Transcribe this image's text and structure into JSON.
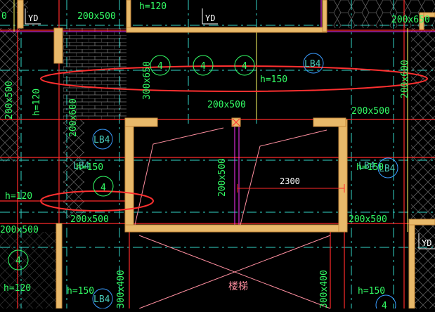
{
  "drawing": {
    "beam_labels": [
      {
        "id": "beam-top-1",
        "text": "200x500"
      },
      {
        "id": "beam-mid-top",
        "text": "200x500"
      },
      {
        "id": "beam-right-top",
        "text": "200x500"
      },
      {
        "id": "beam-left-bottom",
        "text": "200x500"
      },
      {
        "id": "beam-mid-bottom",
        "text": "200x500"
      },
      {
        "id": "beam-right-bottom",
        "text": "200x500"
      },
      {
        "id": "beam-topright",
        "text": "200x650"
      }
    ],
    "vertical_beam_labels": [
      {
        "id": "vbeam-left",
        "text": "200x500"
      },
      {
        "id": "vbeam-left2",
        "text": "200x600"
      },
      {
        "id": "vbeam-center",
        "text": "300x650"
      },
      {
        "id": "vbeam-stair",
        "text": "200x500"
      },
      {
        "id": "vbeam-right",
        "text": "200x600"
      },
      {
        "id": "vbeam-bottom",
        "text": "300x400"
      },
      {
        "id": "vbeam-bottom-left",
        "text": "300x400"
      }
    ],
    "slab_labels": [
      {
        "id": "h-top",
        "text": "h=120"
      },
      {
        "id": "h-150-mid",
        "text": "h=150"
      },
      {
        "id": "h-150-left",
        "text": "h=150"
      },
      {
        "id": "h-150-right",
        "text": "h=150"
      },
      {
        "id": "h-120-left",
        "text": "h=120"
      },
      {
        "id": "h-120-left-vert",
        "text": "h=120"
      },
      {
        "id": "h-120-bottom",
        "text": "h=120"
      },
      {
        "id": "h-150-bottom-left",
        "text": "h=150"
      },
      {
        "id": "h-150-bottom-right",
        "text": "h=150"
      }
    ],
    "circle_tags": [
      "4",
      "4",
      "4",
      "4",
      "4",
      "4",
      "LB4",
      "LB4",
      "LB4",
      "LB4",
      "LB4",
      "LB4"
    ],
    "yd_tags": [
      "YD",
      "YD",
      "YD"
    ],
    "dimension_value": "2300",
    "stair_label": "楼梯",
    "left_edge_label": "0",
    "colors": {
      "background": "#000000",
      "wall": "#e8b96a",
      "wall_edge": "#c98a3c",
      "beam_line": "#ff2a2a",
      "slab_text": "#33ff66",
      "axis_dash": "#33d6c8",
      "column_outline": "#ffffff",
      "stair_line": "#ff8fa0",
      "highlight_ellipse": "#ff3030",
      "magenta_line": "#ff33ff",
      "yellow_line": "#ffff66"
    }
  }
}
